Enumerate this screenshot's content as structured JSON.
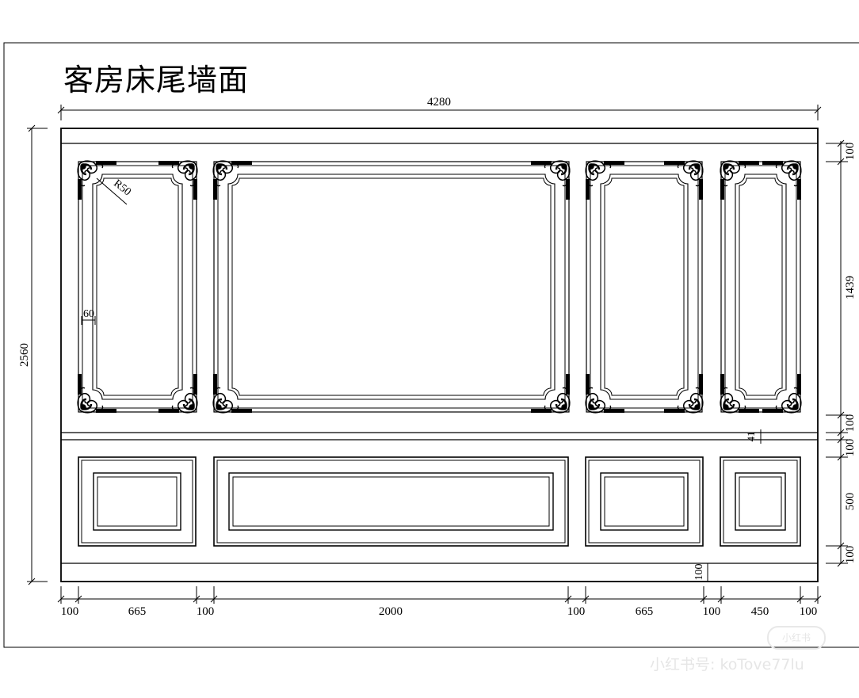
{
  "title": "客房床尾墙面",
  "dimensions": {
    "overall_width": "4280",
    "overall_height": "2560",
    "bottom": [
      "100",
      "665",
      "100",
      "2000",
      "100",
      "665",
      "100",
      "450",
      "100"
    ],
    "right": {
      "top_band": "100",
      "upper_panel": "1439",
      "rail_a": "100",
      "rail_b": "100",
      "lower_panel": "500",
      "lower_band": "100"
    },
    "inner_gap": "41",
    "base_band": "100",
    "corner_radius": "R50",
    "moulding_offset": "60"
  },
  "watermark": {
    "badge": "小红书",
    "id": "小红书号: koTove77lu"
  },
  "colors": {
    "line": "#000000",
    "background": "#ffffff"
  }
}
